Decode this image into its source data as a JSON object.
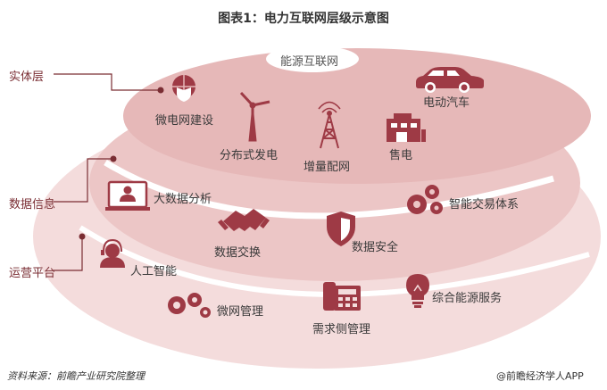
{
  "title": "图表1：电力互联网层级示意图",
  "center_label": "能源互联网",
  "layers": {
    "physical": {
      "label": "实体层",
      "items": [
        "微电网建设",
        "分布式发电",
        "增量配网",
        "电动汽车",
        "售电"
      ]
    },
    "information": {
      "label": "数据信息",
      "items": [
        "大数据分析",
        "数据交换",
        "数据安全",
        "智能交易体系"
      ]
    },
    "operation": {
      "label": "运营平台",
      "items": [
        "人工智能",
        "微网管理",
        "需求侧管理",
        "综合能源服务"
      ]
    }
  },
  "footer": {
    "source": "资料来源：前瞻产业研究院整理",
    "brand": "@前瞻经济学人APP"
  },
  "colors": {
    "outer_ring": "#f4dcdc",
    "middle_ring": "#ecc6c6",
    "inner_disc": "#e6b8b8",
    "icon": "#9e3a45",
    "side_label": "#7a2d33"
  }
}
